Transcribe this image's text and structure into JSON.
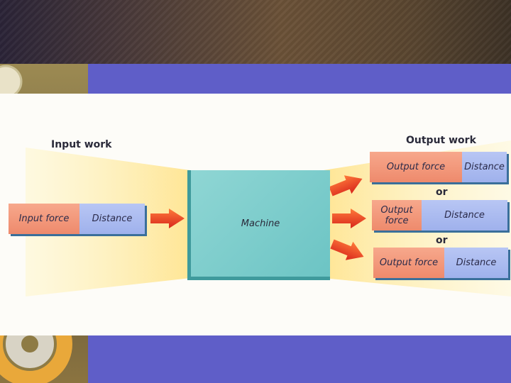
{
  "diagram": {
    "input_title": "Input work",
    "output_title": "Output work",
    "input_bar": {
      "force": "Input force",
      "distance": "Distance"
    },
    "machine_label": "Machine",
    "outputs": [
      {
        "force": "Output force",
        "distance": "Distance"
      },
      {
        "force_line1": "Output",
        "force_line2": "force",
        "distance": "Distance"
      },
      {
        "force": "Output force",
        "distance": "Distance"
      }
    ],
    "or_labels": [
      "or",
      "or"
    ]
  }
}
